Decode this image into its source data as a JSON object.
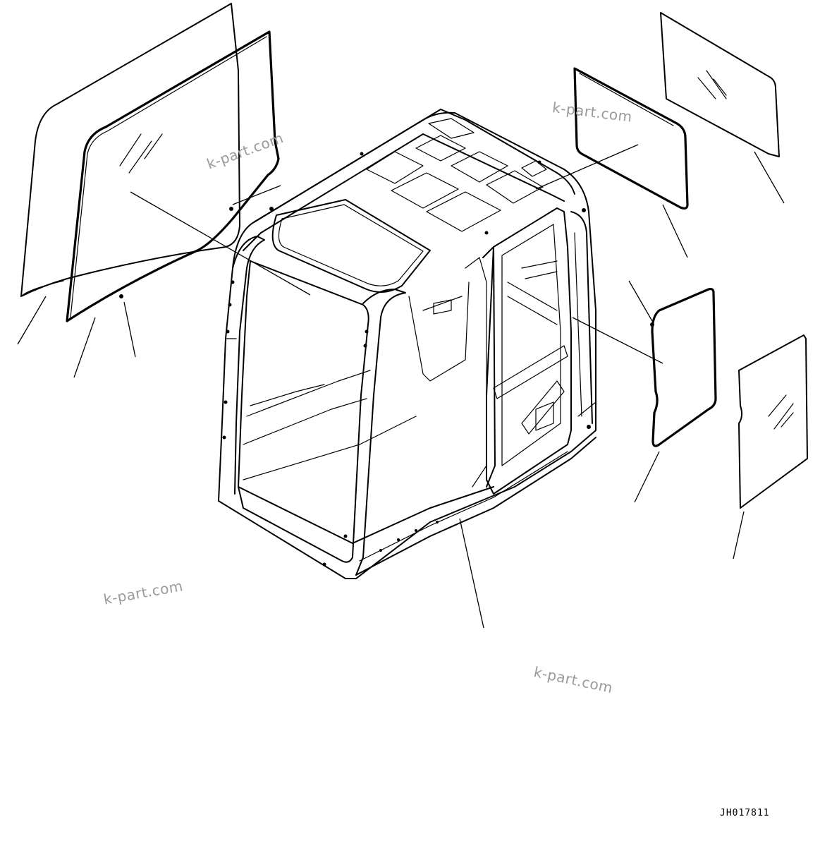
{
  "watermarks": [
    "k-part.com",
    "k-part.com",
    "k-part.com",
    "k-part.com"
  ],
  "drawing_number": "JH017811",
  "colors": {
    "line": "#000000",
    "watermark": "#9a9a9a",
    "background": "#ffffff"
  }
}
